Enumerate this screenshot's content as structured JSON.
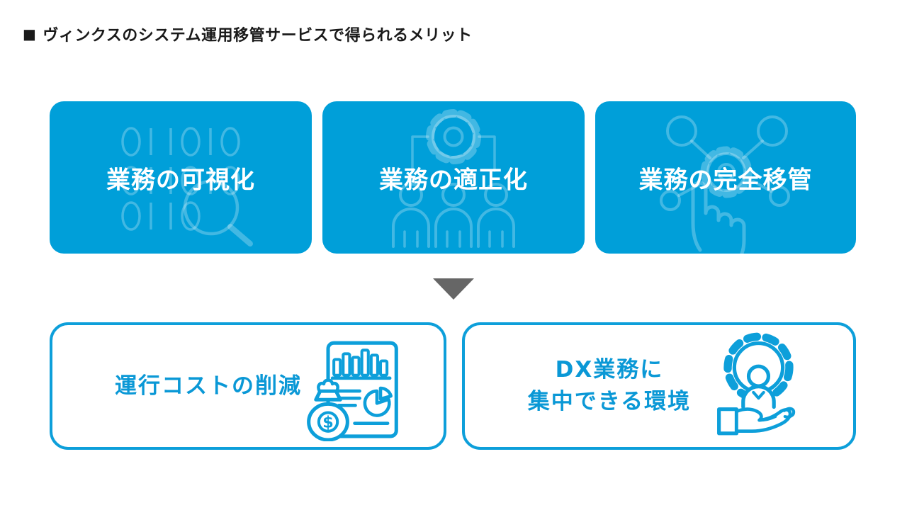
{
  "title": {
    "bullet": "■",
    "text": "ヴィンクスのシステム運用移管サービスで得られるメリット"
  },
  "colors": {
    "primary_blue": "#009fd9",
    "outline_blue": "#0d9fda",
    "text_blue": "#0a98d6",
    "arrow_gray": "#666666",
    "title_black": "#1a1a1a",
    "icon_tint": "rgba(255,255,255,0.26)",
    "background": "#ffffff"
  },
  "top_cards": [
    {
      "label": "業務の可視化",
      "icon": "binary-code-magnifier-icon"
    },
    {
      "label": "業務の適正化",
      "icon": "gear-team-icon"
    },
    {
      "label": "業務の完全移管",
      "icon": "hand-click-network-icon"
    }
  ],
  "arrow": {
    "shape": "down-triangle"
  },
  "bottom_cards": [
    {
      "lines": [
        "運行コストの削減"
      ],
      "icon": "report-money-bag-icon"
    },
    {
      "lines": [
        "DX業務に",
        "集中できる環境"
      ],
      "icon": "gear-person-hand-icon"
    }
  ]
}
